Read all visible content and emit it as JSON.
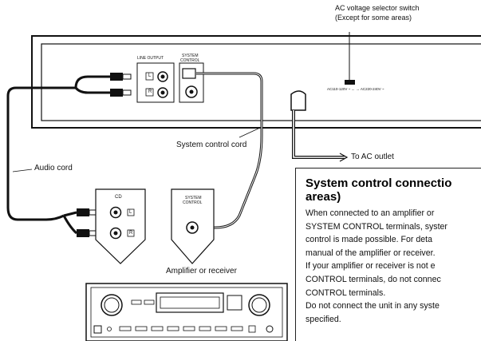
{
  "labels": {
    "ac_switch_line1": "AC voltage selector switch",
    "ac_switch_line2": "(Except for some areas)",
    "system_control_cord": "System control cord",
    "to_ac_outlet": "To AC outlet",
    "audio_cord": "Audio cord",
    "amplifier_or_receiver": "Amplifier or receiver"
  },
  "panel_text": {
    "line_output": "LINE OUTPUT",
    "system_control_line1": "SYSTEM",
    "system_control_line2": "CONTROL",
    "jack_l": "L",
    "jack_r": "R",
    "voltage_marking": "AC110-120V ~ ← → AC220-240V ~",
    "amp_cd": "CD",
    "amp_system_control_line1": "SYSTEM",
    "amp_system_control_line2": "CONTROL",
    "amp_jack_l": "L",
    "amp_jack_r": "R"
  },
  "info_box": {
    "heading_line1": "System control connectio",
    "heading_line2": "areas)",
    "lines": [
      "When connected to an amplifier or",
      "SYSTEM CONTROL terminals, syster",
      "control is made possible.  For deta",
      "manual of the amplifier or receiver.",
      "If your amplifier or receiver is not e",
      "CONTROL terminals, do not connec",
      "CONTROL terminals.",
      "Do not connect the unit in any syste",
      "specified."
    ]
  }
}
